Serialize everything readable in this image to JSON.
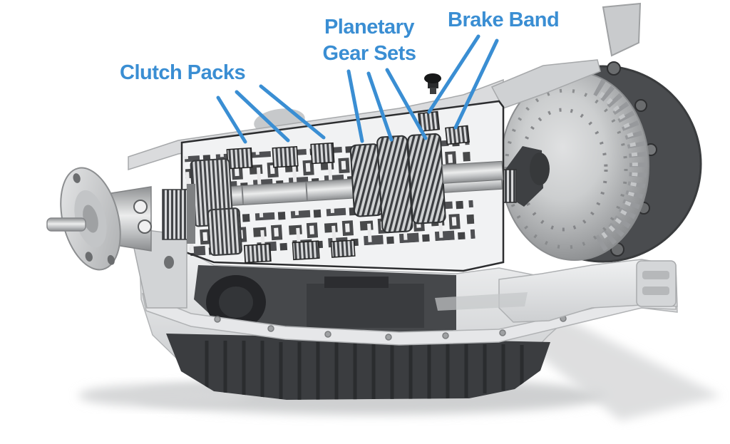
{
  "figure": {
    "type": "annotated-cutaway-diagram",
    "subject": "Automatic transmission cutaway",
    "background_color": "#ffffff",
    "annotation_color": "#3a8ed3",
    "labels": [
      {
        "id": "clutch-packs",
        "text": "Clutch Packs",
        "leader_line_count": 3
      },
      {
        "id": "planetary-gear-sets",
        "text": "Planetary Gear Sets",
        "lines": [
          "Planetary",
          "Gear Sets"
        ],
        "leader_line_count": 3
      },
      {
        "id": "brake-band",
        "text": "Brake Band",
        "leader_line_count": 2
      }
    ]
  }
}
